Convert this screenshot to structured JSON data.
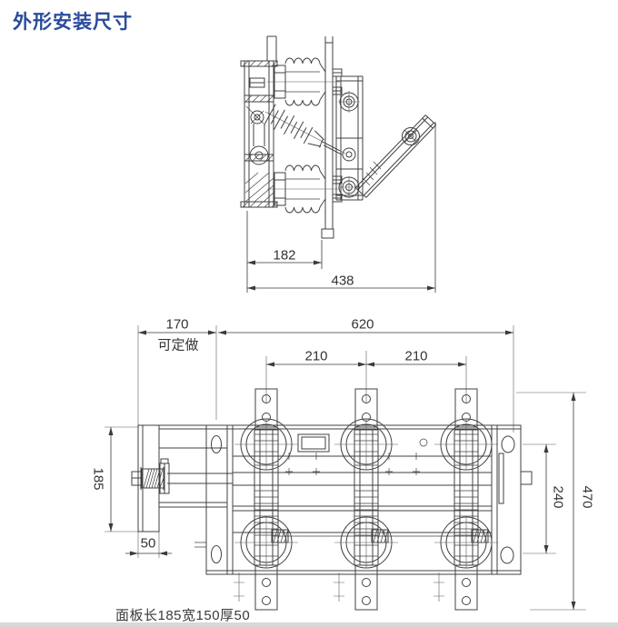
{
  "title": "外形安装尺寸",
  "colors": {
    "title": "#2b4b9c",
    "line": "#414141",
    "dim_text": "#333333",
    "footer_bar": "#d8d8d8",
    "background": "#ffffff"
  },
  "side_view": {
    "dim_panel_depth": "182",
    "dim_overall_depth": "438"
  },
  "front_view": {
    "dim_left_extension": "170",
    "left_extension_note": "可定做",
    "dim_mounting_width": "620",
    "dim_pole_spacing_left": "210",
    "dim_pole_spacing_right": "210",
    "dim_panel_height": "185",
    "dim_panel_width": "50",
    "dim_slot_spacing": "240",
    "dim_overall_height": "470"
  },
  "caption": "面板长185宽150厚50"
}
